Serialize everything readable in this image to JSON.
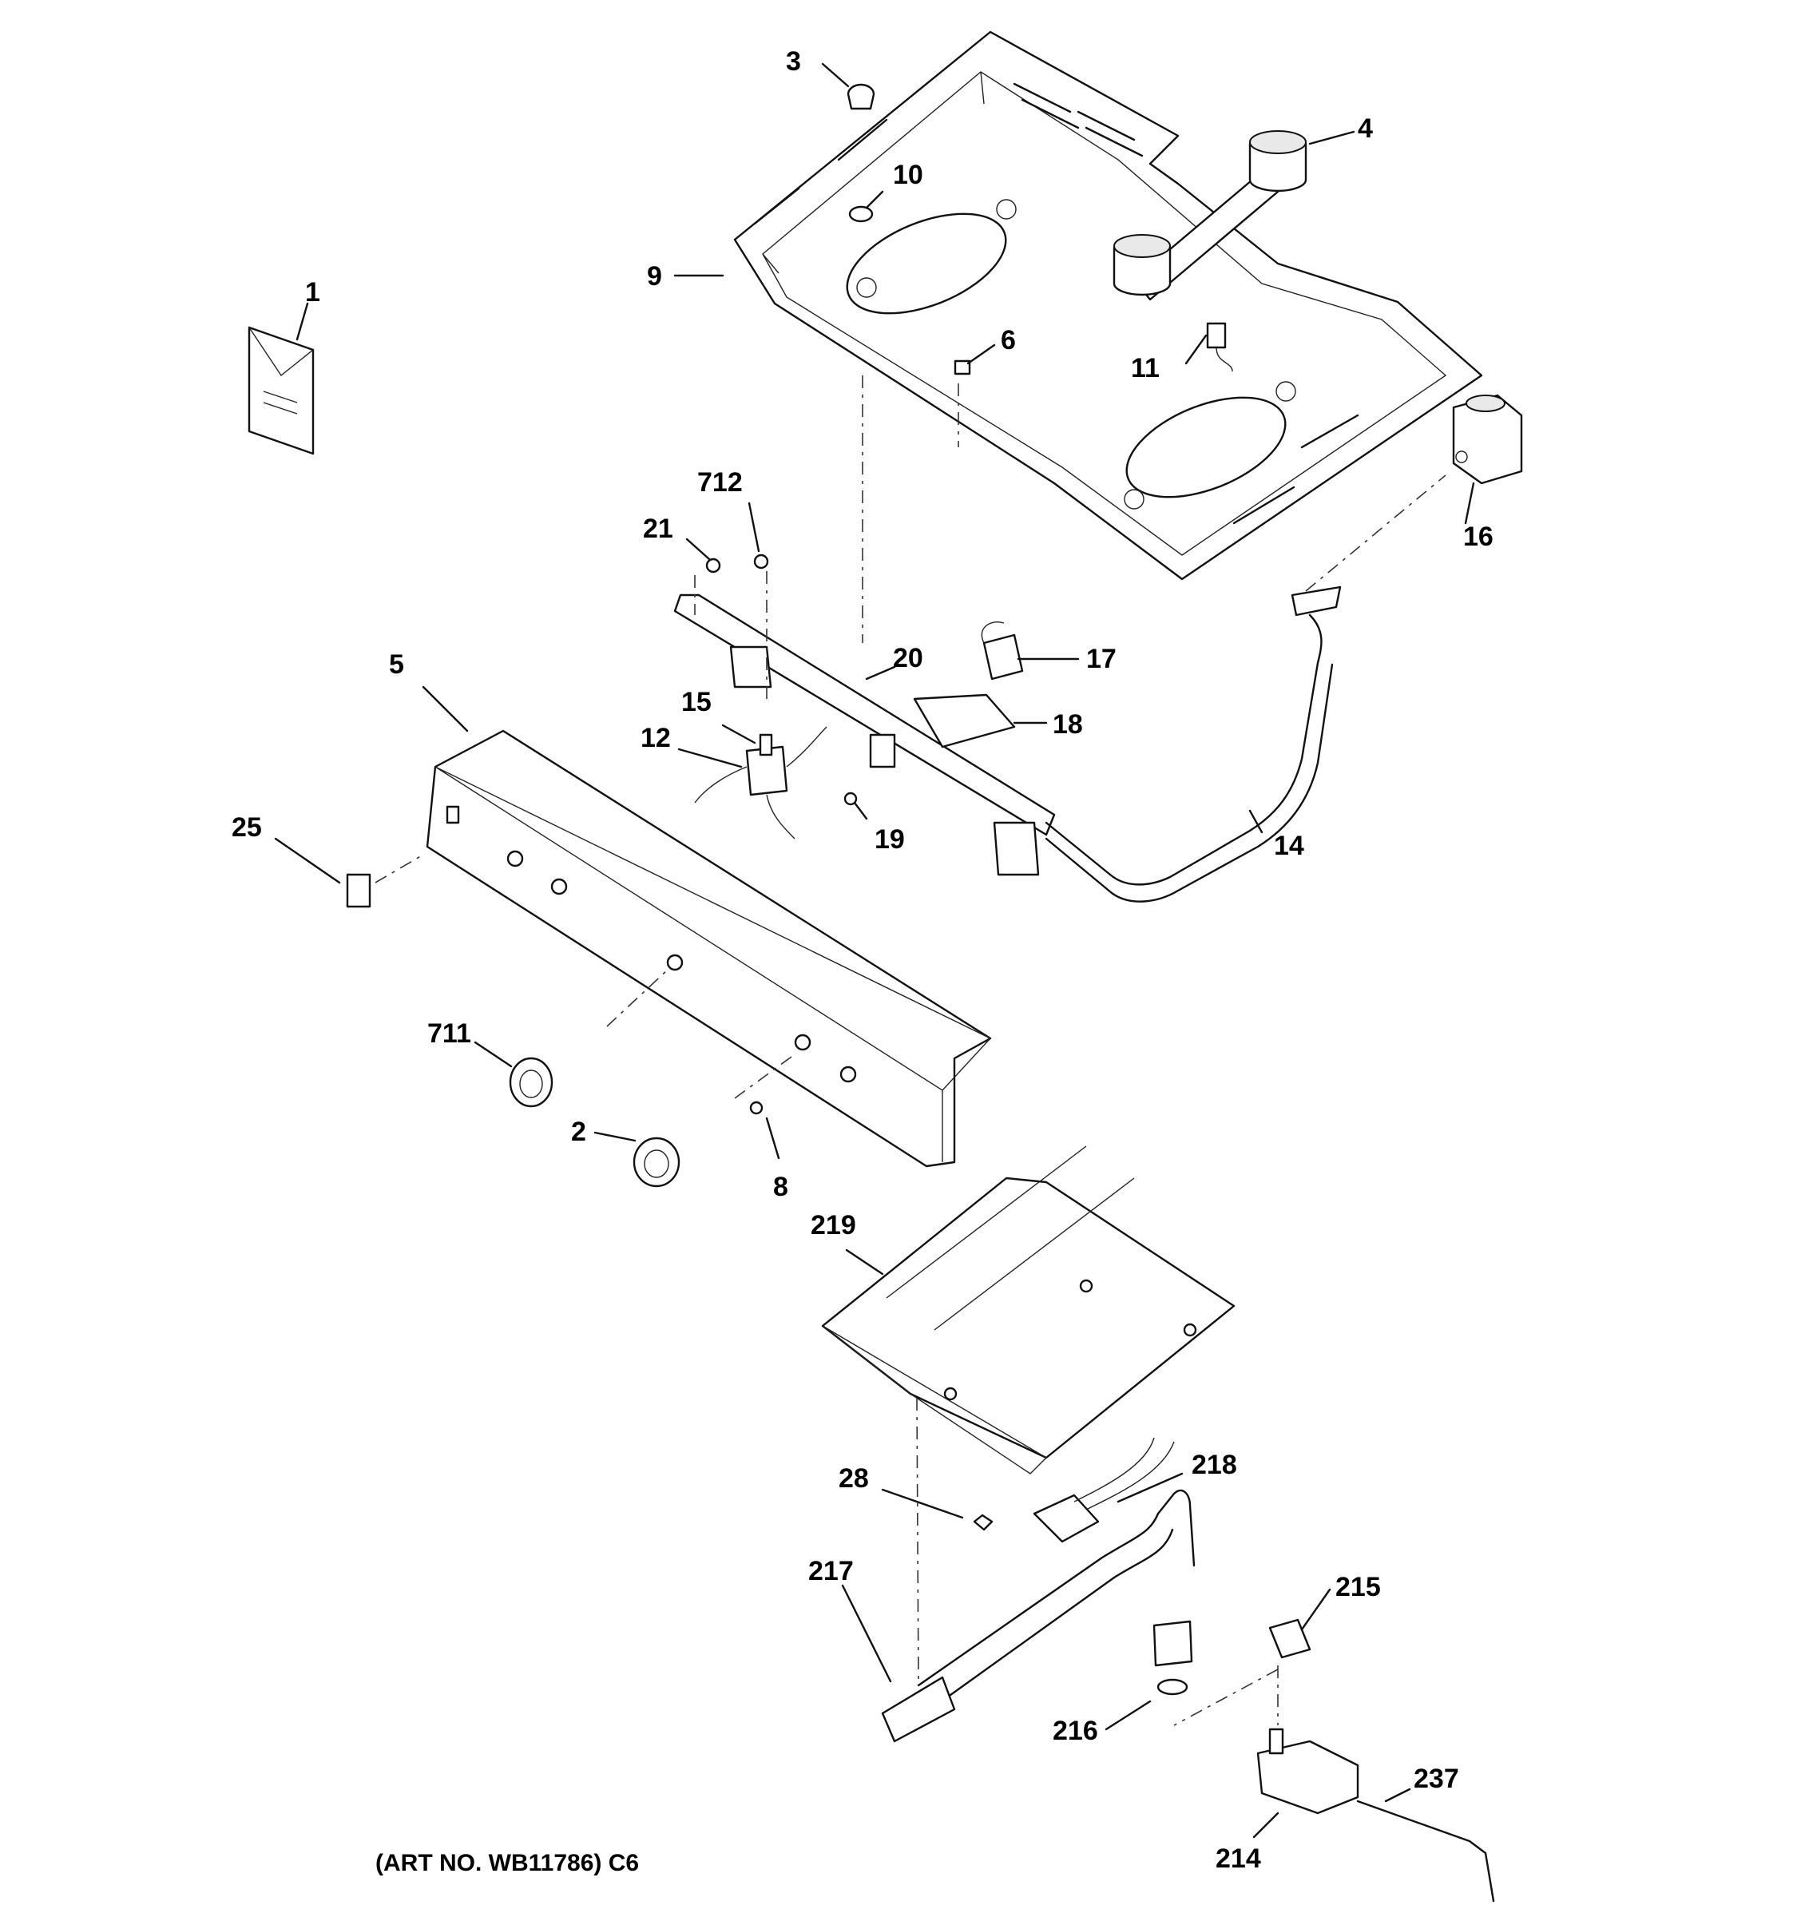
{
  "diagram": {
    "callouts": [
      "1",
      "2",
      "3",
      "4",
      "5",
      "6",
      "8",
      "9",
      "10",
      "11",
      "12",
      "14",
      "15",
      "16",
      "17",
      "18",
      "19",
      "20",
      "21",
      "25",
      "28",
      "214",
      "215",
      "216",
      "217",
      "218",
      "219",
      "237",
      "711",
      "712"
    ],
    "footer": "(ART NO. WB11786) C6"
  }
}
